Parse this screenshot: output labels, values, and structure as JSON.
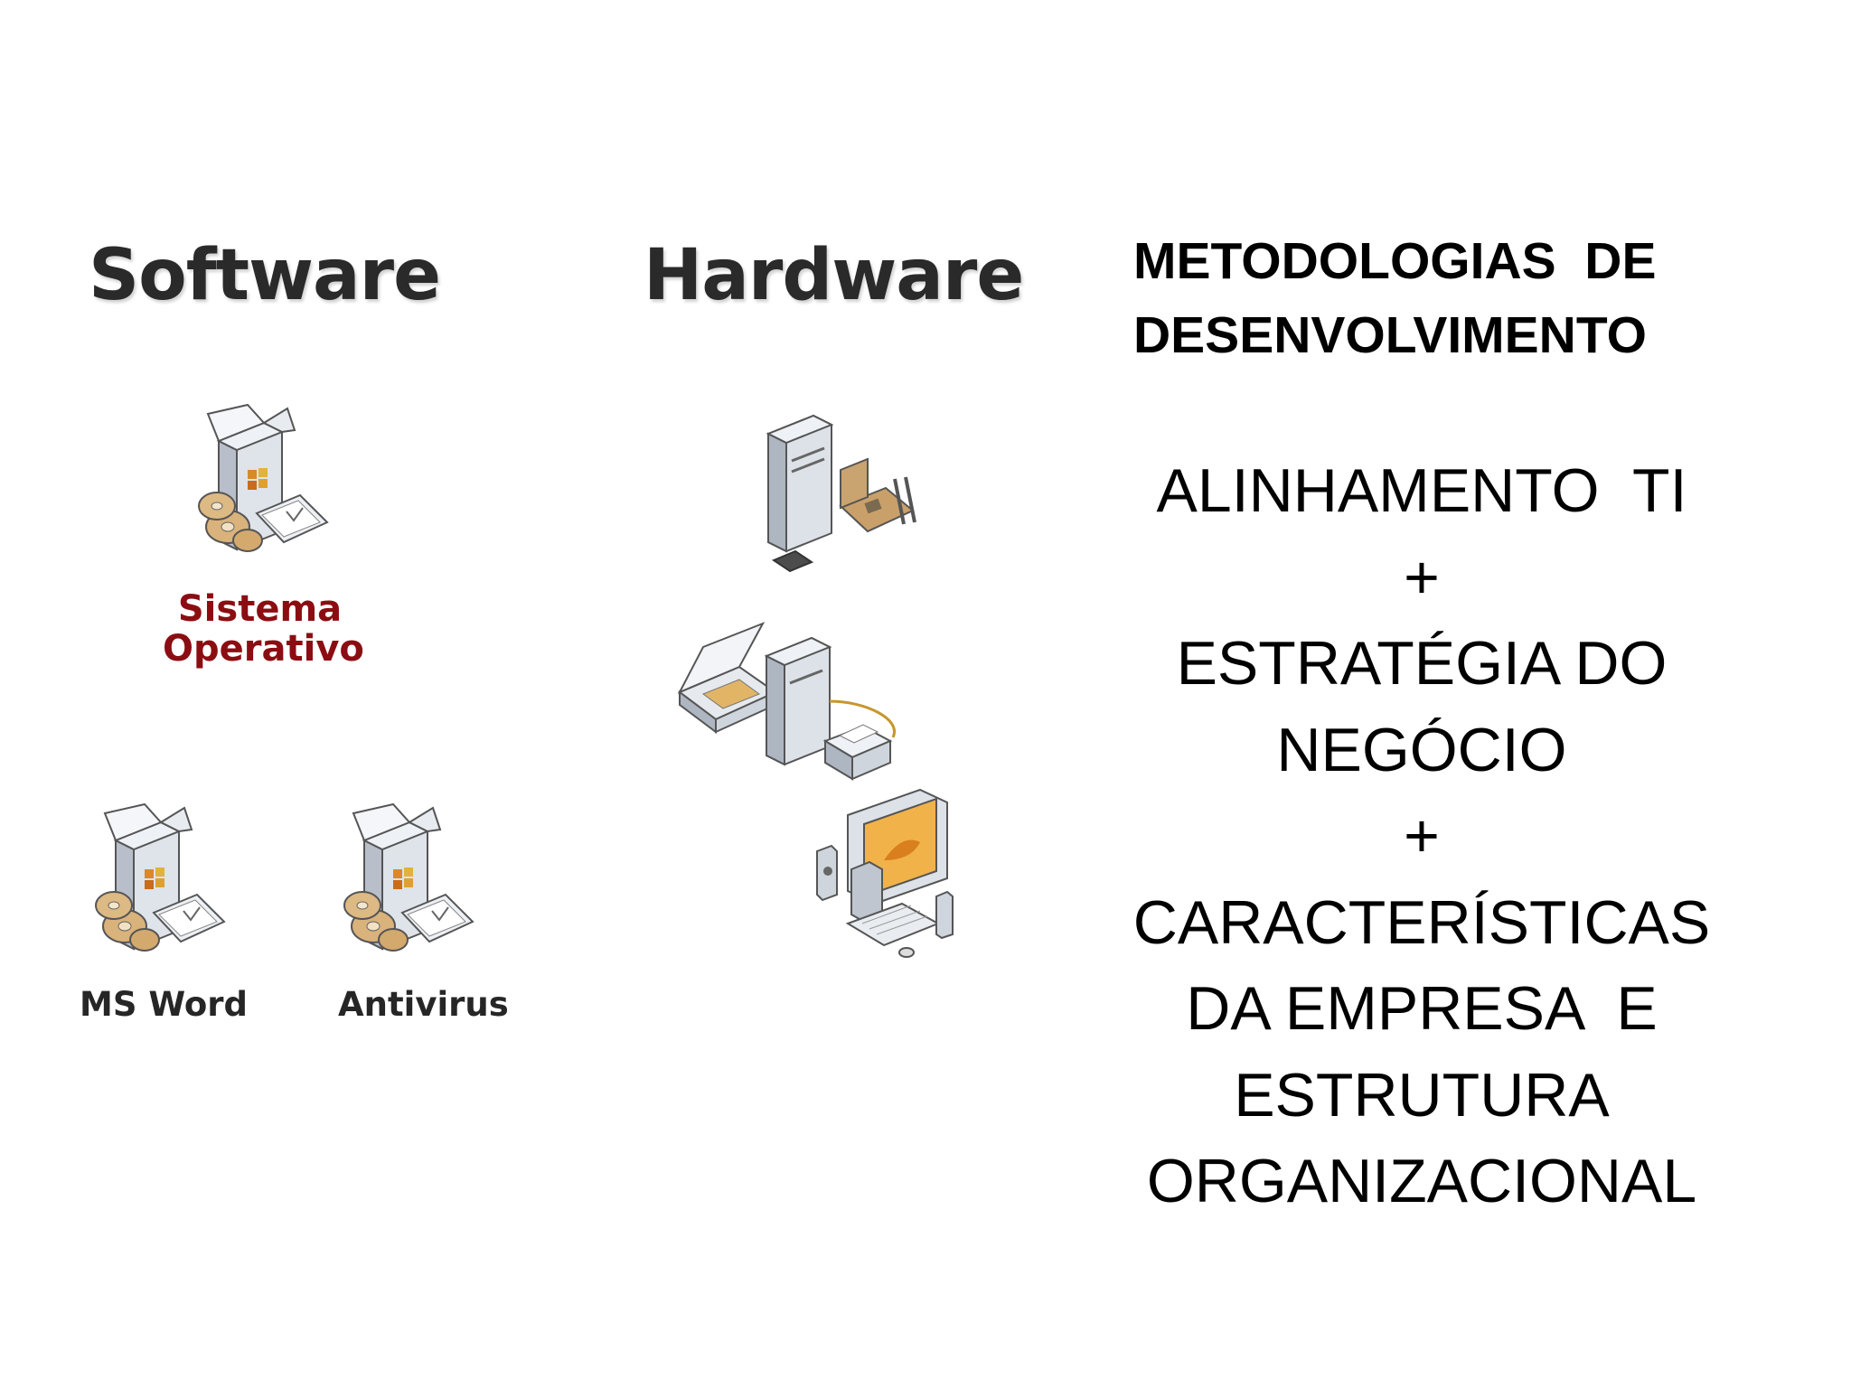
{
  "software": {
    "title": "Software",
    "os_label_line1": "Sistema",
    "os_label_line2": "Operativo",
    "word_label": "MS Word",
    "antivirus_label": "Antivirus"
  },
  "hardware": {
    "title": "Hardware"
  },
  "heading": {
    "line1": "METODOLOGIAS  DE",
    "line2": "DESENVOLVIMENTO"
  },
  "stack": [
    "ALINHAMENTO  TI",
    "+",
    "ESTRATÉGIA DO",
    "NEGÓCIO",
    "+",
    "CARACTERÍSTICAS",
    "DA EMPRESA  E",
    "ESTRUTURA",
    "ORGANIZACIONAL"
  ],
  "colors": {
    "os_label": "#8b0d12",
    "title": "#2a2a2a"
  },
  "icons": [
    "software-box-icon",
    "server-tower-icon",
    "scanner-icon",
    "printer-icon",
    "desktop-computer-icon"
  ]
}
